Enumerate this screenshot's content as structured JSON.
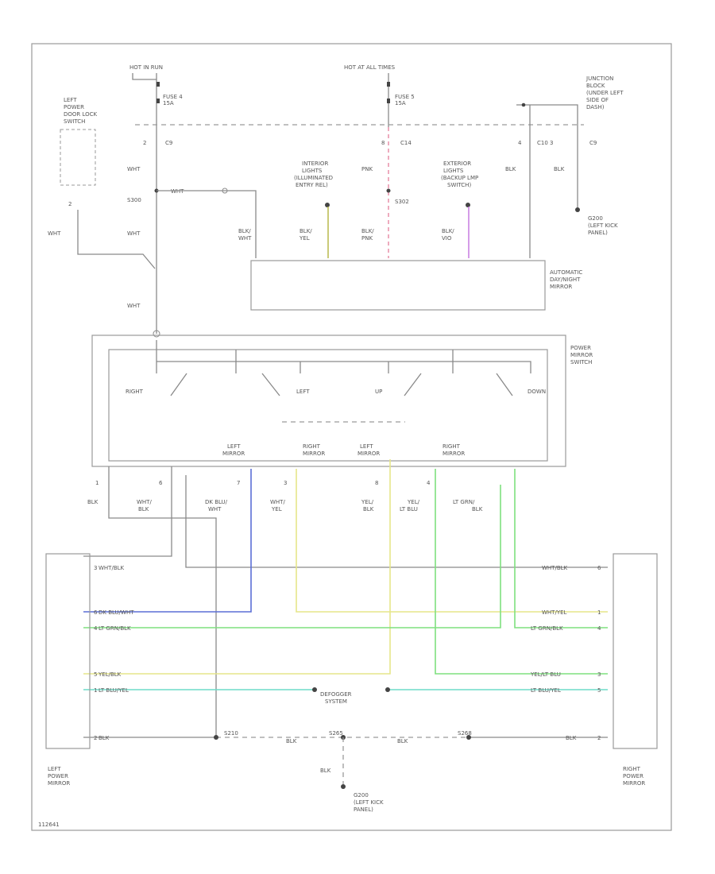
{
  "power": {
    "hot_in_run": "HOT IN RUN",
    "hot_at_all_times": "HOT AT ALL TIMES",
    "fuse4": [
      "FUSE 4",
      "15A"
    ],
    "fuse5": [
      "FUSE 5",
      "15A"
    ],
    "junction_block": [
      "JUNCTION",
      "BLOCK",
      "(UNDER LEFT",
      "SIDE OF",
      "DASH)"
    ]
  },
  "connectors": {
    "c9_left": "C9",
    "pin2": "2",
    "pin8": "8",
    "c14": "C14",
    "pin4": "4",
    "c10_3": "C10 3",
    "c9_right": "C9",
    "s300": "S300",
    "s302": "S302"
  },
  "left_lock_switch": [
    "LEFT",
    "POWER",
    "DOOR LOCK",
    "SWITCH"
  ],
  "lock_switch_pin": "2",
  "wire_labels": {
    "wht_1": "WHT",
    "wht_2": "WHT",
    "wht_3": "WHT",
    "wht_4": "WHT",
    "wht_5": "WHT",
    "pnk": "PNK",
    "blk_c10": "BLK",
    "blk_c9": "BLK"
  },
  "interior_lights": [
    "INTERIOR",
    "LIGHTS",
    "(ILLUMINATED",
    "ENTRY REL)"
  ],
  "exterior_lights": [
    "EXTERIOR",
    "LIGHTS",
    "(BACKUP LMP",
    "SWITCH)"
  ],
  "g200_top": [
    "G200",
    "(LEFT KICK",
    "PANEL)"
  ],
  "mirror_wires": [
    [
      "BLK/",
      "WHT"
    ],
    [
      "BLK/",
      "YEL"
    ],
    [
      "BLK/",
      "PNK"
    ],
    [
      "BLK/",
      "VIO"
    ]
  ],
  "auto_mirror": [
    "AUTOMATIC",
    "DAY/NIGHT",
    "MIRROR"
  ],
  "power_mirror_switch": [
    "POWER",
    "MIRROR",
    "SWITCH"
  ],
  "switch_labels": {
    "right": "RIGHT",
    "left": "LEFT",
    "up": "UP",
    "down": "DOWN",
    "left_mirror_1": [
      "LEFT",
      "MIRROR"
    ],
    "right_mirror_1": [
      "RIGHT",
      "MIRROR"
    ],
    "left_mirror_2": [
      "LEFT",
      "MIRROR"
    ],
    "right_mirror_2": [
      "RIGHT",
      "MIRROR"
    ]
  },
  "switch_pins": [
    {
      "pin": "1",
      "wire": [
        "BLK"
      ]
    },
    {
      "pin": "6",
      "wire": [
        "WHT/",
        "BLK"
      ]
    },
    {
      "pin": "7",
      "wire": [
        "DK BLU/",
        "WHT"
      ]
    },
    {
      "pin": "3",
      "wire": [
        "WHT/",
        "YEL"
      ]
    },
    {
      "pin": "8",
      "wire": [
        "YEL/",
        "BLK"
      ]
    },
    {
      "pin": "4",
      "wire": [
        "YEL/",
        "LT BLU"
      ]
    },
    {
      "pin": "",
      "wire": [
        "LT GRN/",
        "BLK"
      ]
    }
  ],
  "left_mirror_rows": [
    {
      "pin": "3",
      "label": "WHT/BLK"
    },
    {
      "pin": "6",
      "label": "DK BLU/WHT"
    },
    {
      "pin": "4",
      "label": "LT GRN/BLK"
    },
    {
      "pin": "5",
      "label": "YEL/BLK"
    },
    {
      "pin": "1",
      "label": "LT BLU/YEL"
    },
    {
      "pin": "2",
      "label": "BLK"
    }
  ],
  "right_mirror_rows": [
    {
      "pin": "6",
      "label": "WHT/BLK"
    },
    {
      "pin": "1",
      "label": "WHT/YEL"
    },
    {
      "pin": "4",
      "label": "LT GRN/BLK"
    },
    {
      "pin": "3",
      "label": "YEL/LT BLU"
    },
    {
      "pin": "5",
      "label": "LT BLU/YEL"
    },
    {
      "pin": "2",
      "label": "BLK"
    }
  ],
  "defogger": [
    "DEFOGGER",
    "SYSTEM"
  ],
  "splices": {
    "s210": "S210",
    "s265": "S265",
    "s268": "S268"
  },
  "ground_wires": {
    "blk_1": "BLK",
    "blk_2": "BLK",
    "blk_down": "BLK"
  },
  "g200_bottom": [
    "G200",
    "(LEFT KICK",
    "PANEL)"
  ],
  "left_power_mirror": [
    "LEFT",
    "POWER",
    "MIRROR"
  ],
  "right_power_mirror": [
    "RIGHT",
    "POWER",
    "MIRROR"
  ],
  "figure_id": "112641",
  "colors": {
    "line": "#8a8a8a",
    "yellow": "#e6e68a",
    "green": "#7fe07f",
    "blue": "#5b6fd6",
    "pink": "#e98fa8",
    "violet": "#c77ae0",
    "olive": "#b9b94a",
    "cyan": "#6fdcc8"
  }
}
